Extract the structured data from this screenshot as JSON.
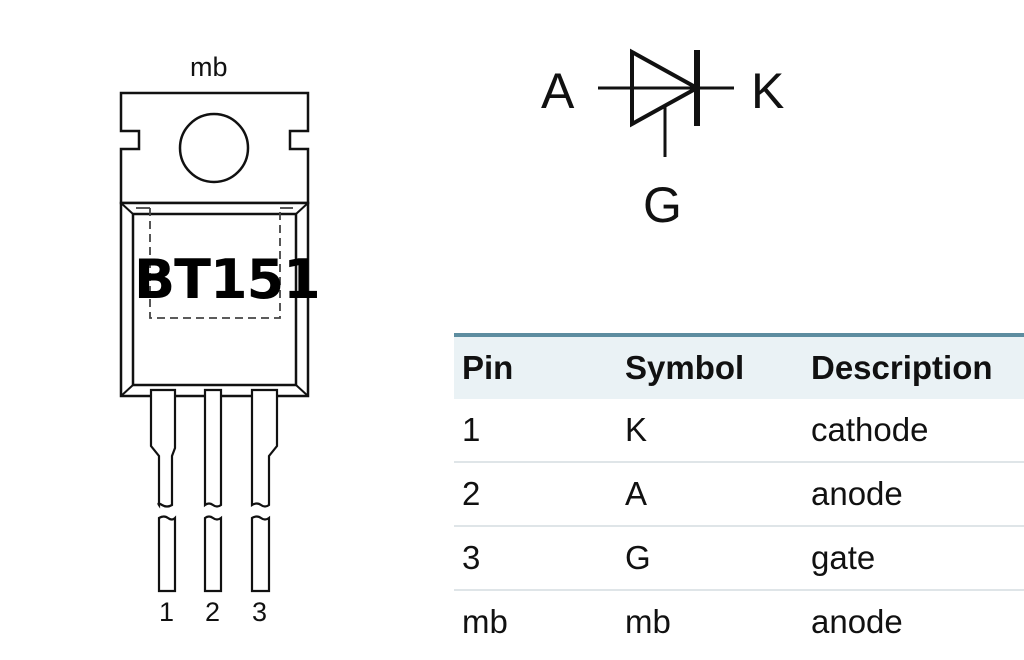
{
  "package": {
    "name": "BT151",
    "tab_label": "mb",
    "pin_labels": [
      "1",
      "2",
      "3"
    ]
  },
  "symbol": {
    "type": "thyristor-scr",
    "anode_label": "A",
    "cathode_label": "K",
    "gate_label": "G"
  },
  "pin_table": {
    "headers": [
      "Pin",
      "Symbol",
      "Description"
    ],
    "rows": [
      {
        "pin": "1",
        "symbol": "K",
        "description": "cathode"
      },
      {
        "pin": "2",
        "symbol": "A",
        "description": "anode"
      },
      {
        "pin": "3",
        "symbol": "G",
        "description": "gate"
      },
      {
        "pin": "mb",
        "symbol": "mb",
        "description": "anode"
      }
    ],
    "header_bg": "#eaf2f5",
    "header_border": "#5d8da0",
    "row_divider": "#dfe5e8"
  }
}
